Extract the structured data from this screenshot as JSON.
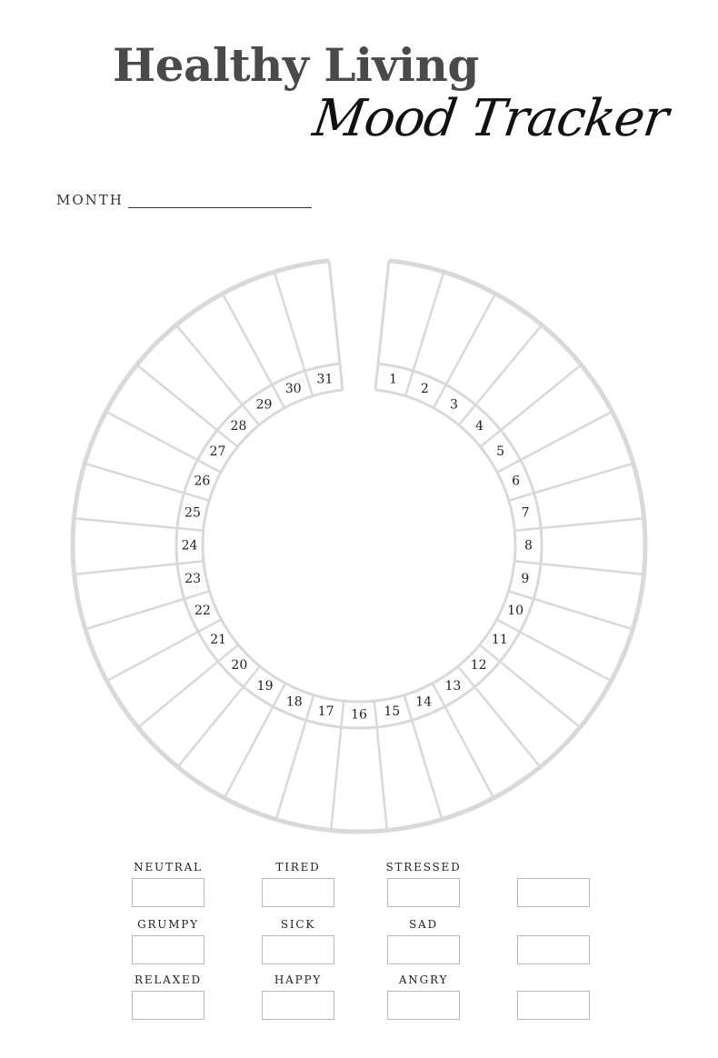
{
  "header": {
    "title": "Healthy Living",
    "subtitle": "Mood Tracker"
  },
  "month": {
    "label": "MONTH"
  },
  "tracker": {
    "days": [
      "1",
      "2",
      "3",
      "4",
      "5",
      "6",
      "7",
      "8",
      "9",
      "10",
      "11",
      "12",
      "13",
      "14",
      "15",
      "16",
      "17",
      "18",
      "19",
      "20",
      "21",
      "22",
      "23",
      "24",
      "25",
      "26",
      "27",
      "28",
      "29",
      "30",
      "31"
    ],
    "stroke_color": "#d9d9d9",
    "text_color": "#222222"
  },
  "legend": {
    "rows": [
      [
        "NEUTRAL",
        "TIRED",
        "STRESSED",
        ""
      ],
      [
        "GRUMPY",
        "SICK",
        "SAD",
        ""
      ],
      [
        "RELAXED",
        "HAPPY",
        "ANGRY",
        ""
      ]
    ],
    "box_border_color": "#b9b9b9"
  }
}
